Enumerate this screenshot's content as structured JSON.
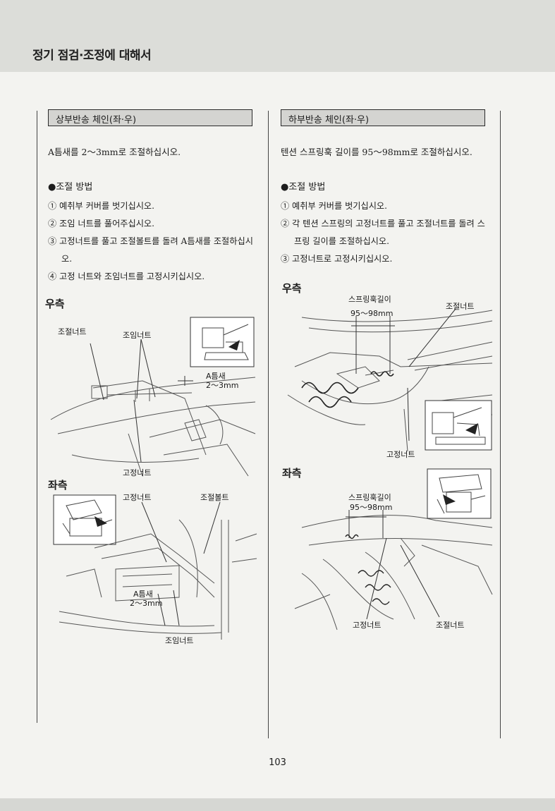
{
  "header": {
    "title": "정기 점검·조정에 대해서"
  },
  "left": {
    "section_title": "상부반송 체인(좌·우)",
    "intro": "A틈새를 2～3mm로 조절하십시오.",
    "method_head": "●조절 방법",
    "steps": [
      "① 예취부 커버를 벗기십시오.",
      "② 조임 너트를 풀어주십시오.",
      "③ 고정너트를 풀고 조절볼트를 돌려 A틈새를 조절하십시오.",
      "④ 고정 너트와 조임너트를 고정시키십시오."
    ],
    "fig_right": {
      "heading": "우측",
      "label_adjust_nut": "조절너트",
      "label_tighten_nut": "조임너트",
      "label_gap": "A틈새",
      "label_gap_value": "2～3mm",
      "label_fixed_nut": "고정너트"
    },
    "fig_left": {
      "heading": "좌측",
      "label_fixed_nut": "고정너트",
      "label_adjust_bolt": "조절볼트",
      "label_gap": "A틈새",
      "label_gap_value": "2～3mm",
      "label_tighten_nut": "조임너트"
    }
  },
  "right": {
    "section_title": "하부반송 체인(좌·우)",
    "intro": "텐션 스프링훅 길이를 95～98mm로 조절하십시오.",
    "method_head": "●조절 방법",
    "steps": [
      "① 예취부 커버를 벗기십시오.",
      "② 각 텐션 스프링의 고정너트를 풀고 조절너트를 돌려 스프링 길이를 조절하십시오.",
      "③ 고정너트로 고정시키십시오."
    ],
    "fig_right": {
      "heading": "우측",
      "label_spring_len": "스프링훅길이",
      "label_spring_value": "95～98mm",
      "label_adjust_nut": "조절너트",
      "label_fixed_nut": "고정너트"
    },
    "fig_left": {
      "heading": "좌측",
      "label_spring_len": "스프링훅길이",
      "label_spring_value": "95～98mm",
      "label_fixed_nut": "고정너트",
      "label_adjust_nut": "조절너트"
    }
  },
  "page_number": "103"
}
